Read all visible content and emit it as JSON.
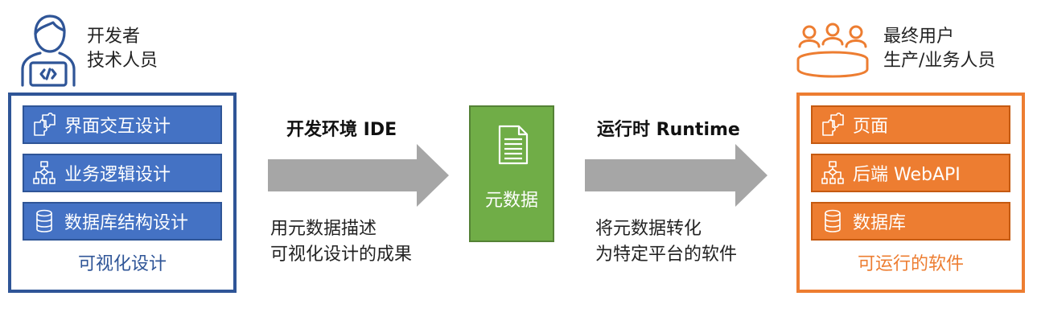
{
  "developer": {
    "role": [
      "开发者",
      "技术人员"
    ],
    "items": [
      {
        "icon": "puzzle-icon",
        "label": "界面交互设计"
      },
      {
        "icon": "flowchart-icon",
        "label": "业务逻辑设计"
      },
      {
        "icon": "database-icon",
        "label": "数据库结构设计"
      }
    ],
    "caption": "可视化设计"
  },
  "ide_arrow": {
    "title": "开发环境 IDE",
    "desc": [
      "用元数据描述",
      "可视化设计的成果"
    ]
  },
  "metadata": {
    "icon": "document-icon",
    "label": "元数据"
  },
  "runtime_arrow": {
    "title": "运行时 Runtime",
    "desc": [
      "将元数据转化",
      "为特定平台的软件"
    ]
  },
  "end_user": {
    "role": [
      "最终用户",
      "生产/业务人员"
    ],
    "items": [
      {
        "icon": "puzzle-icon",
        "label": "页面"
      },
      {
        "icon": "flowchart-icon",
        "label": "后端 WebAPI"
      },
      {
        "icon": "database-icon",
        "label": "数据库"
      }
    ],
    "caption": "可运行的软件"
  },
  "colors": {
    "developer_accent": "#2f5597",
    "developer_bar": "#4472c4",
    "runtime_accent": "#ed7d31",
    "metadata_green": "#70ad47",
    "arrow_gray": "#a6a6a6"
  }
}
